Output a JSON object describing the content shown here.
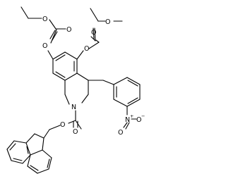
{
  "molecule": {
    "atoms": {
      "o_ester1_ether": "O",
      "o_ester1_carbonyl": "O",
      "o_ring6": "O",
      "o_ester2_ether": "O",
      "o_ester2_carbonyl": "O",
      "o_ring7": "O",
      "n_ring": "N",
      "o_carbamate_carbonyl": "O",
      "o_carbamate_ether": "O",
      "n_nitro": "N",
      "nitro_plus": "+",
      "o_nitro_minus": "O",
      "nitro_minus": "−",
      "o_nitro_dbl": "O"
    }
  }
}
